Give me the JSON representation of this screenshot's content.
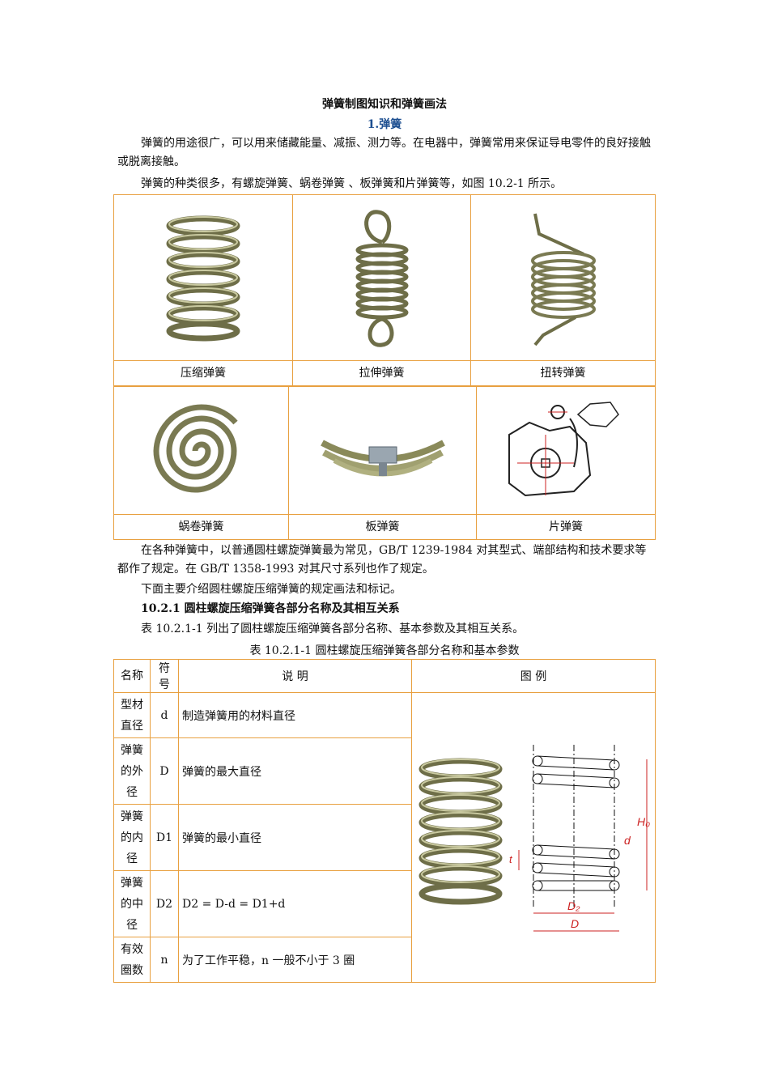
{
  "doc": {
    "title": "弹簧制图知识和弹簧画法",
    "subtitle": "1.弹簧",
    "para1": "弹簧的用途很广，可以用来储藏能量、减振、测力等。在电器中，弹簧常用来保证导电零件的良好接触或脱离接触。",
    "para2": "弹簧的种类很多，有螺旋弹簧、蜗卷弹簧 、板弹簧和片弹簧等，如图 10.2-1 所示。",
    "para3": "在各种弹簧中，以普通圆柱螺旋弹簧最为常见，GB/T 1239-1984 对其型式、端部结构和技术要求等都作了规定。在 GB/T 1358-1993 对其尺寸系列也作了规定。",
    "para4": "下面主要介绍圆柱螺旋压缩弹簧的规定画法和标记。",
    "section_heading": "10.2.1  圆柱螺旋压缩弹簧各部分名称及其相互关系",
    "para5": "表 10.2.1-1 列出了圆柱螺旋压缩弹簧各部分名称、基本参数及其相互关系。",
    "table_caption": "表 10.2.1-1  圆柱螺旋压缩弹簧各部分名称和基本参数"
  },
  "figures": {
    "row1": [
      "压缩弹簧",
      "拉伸弹簧",
      "扭转弹簧"
    ],
    "row2": [
      "蜗卷弹簧",
      "板弹簧",
      "片弹簧"
    ]
  },
  "table": {
    "headers": [
      "名称",
      "符号",
      "说  明",
      "图  例"
    ],
    "rows": [
      {
        "name_lines": [
          "型材",
          "直径"
        ],
        "symbol": "d",
        "desc": "制造弹簧用的材料直径"
      },
      {
        "name_lines": [
          "弹簧",
          "的外",
          "径"
        ],
        "symbol": "D",
        "desc": "弹簧的最大直径"
      },
      {
        "name_lines": [
          "弹簧",
          "的内",
          "径"
        ],
        "symbol": "D1",
        "desc": "弹簧的最小直径"
      },
      {
        "name_lines": [
          "弹簧",
          "的中",
          "径"
        ],
        "symbol": "D2",
        "desc": "D2 = D-d = D1+d"
      },
      {
        "name_lines": [
          "有效",
          "圈数"
        ],
        "symbol": "n",
        "desc": "为了工作平稳，n 一般不小于 3 圈"
      }
    ]
  },
  "drawing_labels": {
    "h0": "H₀",
    "d": "d",
    "t": "t",
    "d2": "D₂",
    "D": "D"
  },
  "colors": {
    "border": "#e8a040",
    "subtitle": "#1d4f91",
    "spring_metal": "#8a8a5a",
    "dimension_red": "#cc2222"
  }
}
